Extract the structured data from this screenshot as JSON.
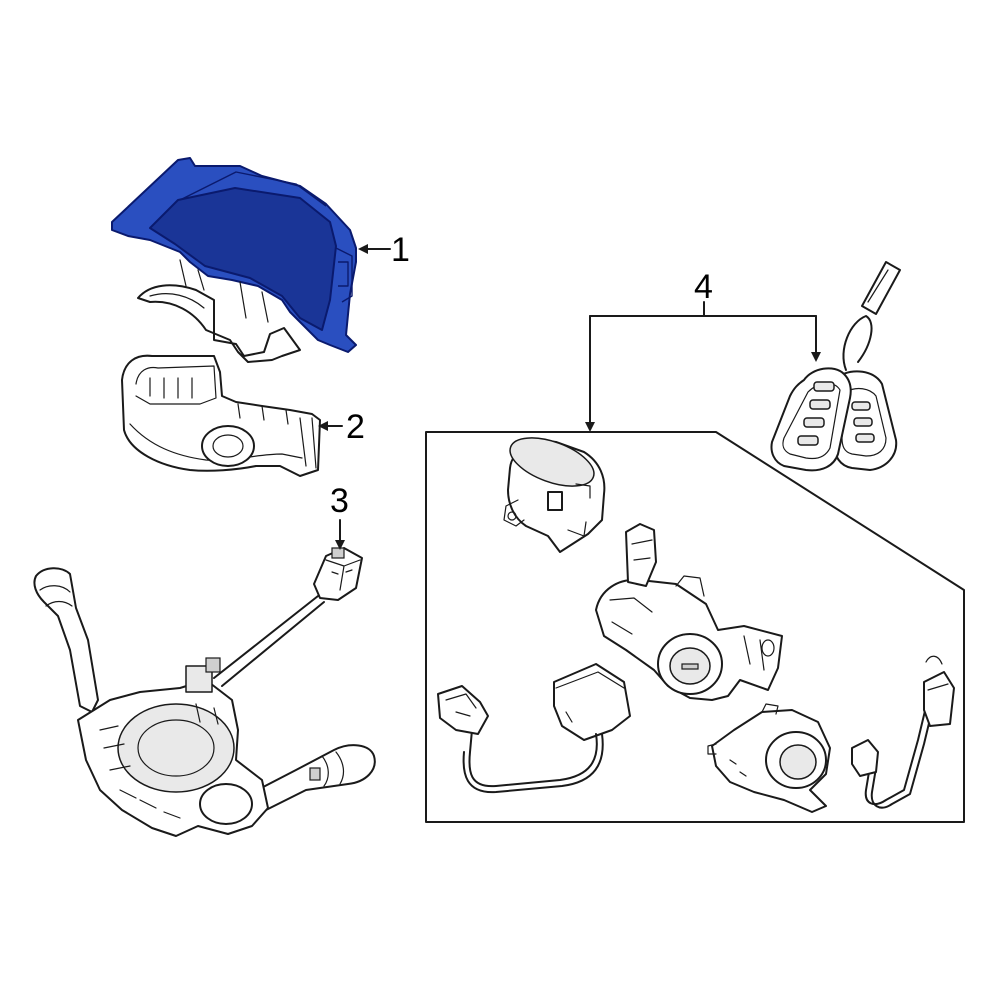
{
  "callouts": {
    "c1": "1",
    "c2": "2",
    "c3": "3",
    "c4": "4"
  },
  "colors": {
    "highlight": "#2a4fc0",
    "highlight_dark": "#1a3597",
    "line": "#1a1a1a",
    "background": "#ffffff"
  }
}
